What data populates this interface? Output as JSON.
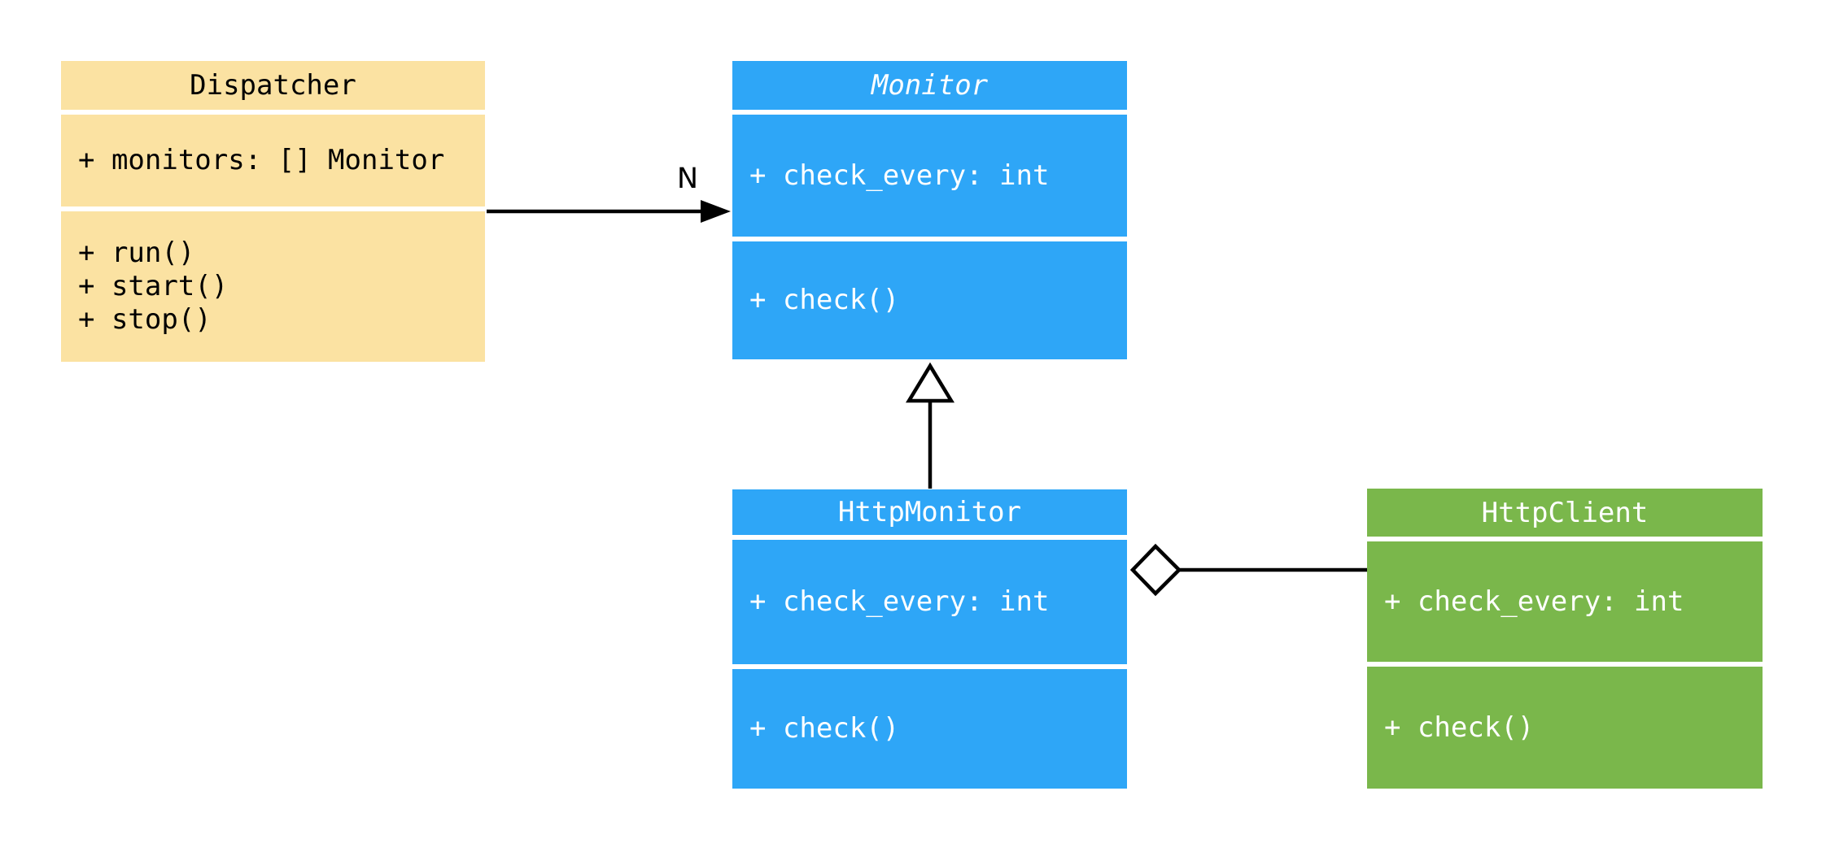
{
  "canvas": {
    "background": "#FFFFFF"
  },
  "connectors": {
    "color": "#000000"
  },
  "classes": {
    "dispatcher": {
      "title": "Dispatcher",
      "abstract": false,
      "fill": "#FBE2A2",
      "text_color": "#000000",
      "attributes": [
        "+ monitors: [] Monitor"
      ],
      "methods": [
        "+ run()",
        "+ start()",
        "+ stop()"
      ]
    },
    "monitor": {
      "title": "Monitor",
      "abstract": true,
      "fill": "#2EA6F7",
      "text_color": "#FFFFFF",
      "attributes": [
        "+ check_every: int"
      ],
      "methods": [
        "+ check()"
      ]
    },
    "http_monitor": {
      "title": "HttpMonitor",
      "abstract": false,
      "fill": "#2EA6F7",
      "text_color": "#FFFFFF",
      "attributes": [
        "+ check_every: int"
      ],
      "methods": [
        "+ check()"
      ]
    },
    "http_client": {
      "title": "HttpClient",
      "abstract": false,
      "fill": "#7AB74B",
      "text_color": "#FFFFFF",
      "attributes": [
        "+ check_every: int"
      ],
      "methods": [
        "+ check()"
      ]
    }
  },
  "relations": {
    "dispatcher_to_monitor": {
      "type": "association",
      "label": "N"
    },
    "httpmonitor_to_monitor": {
      "type": "inheritance"
    },
    "httpmonitor_to_httpclient": {
      "type": "aggregation"
    }
  }
}
